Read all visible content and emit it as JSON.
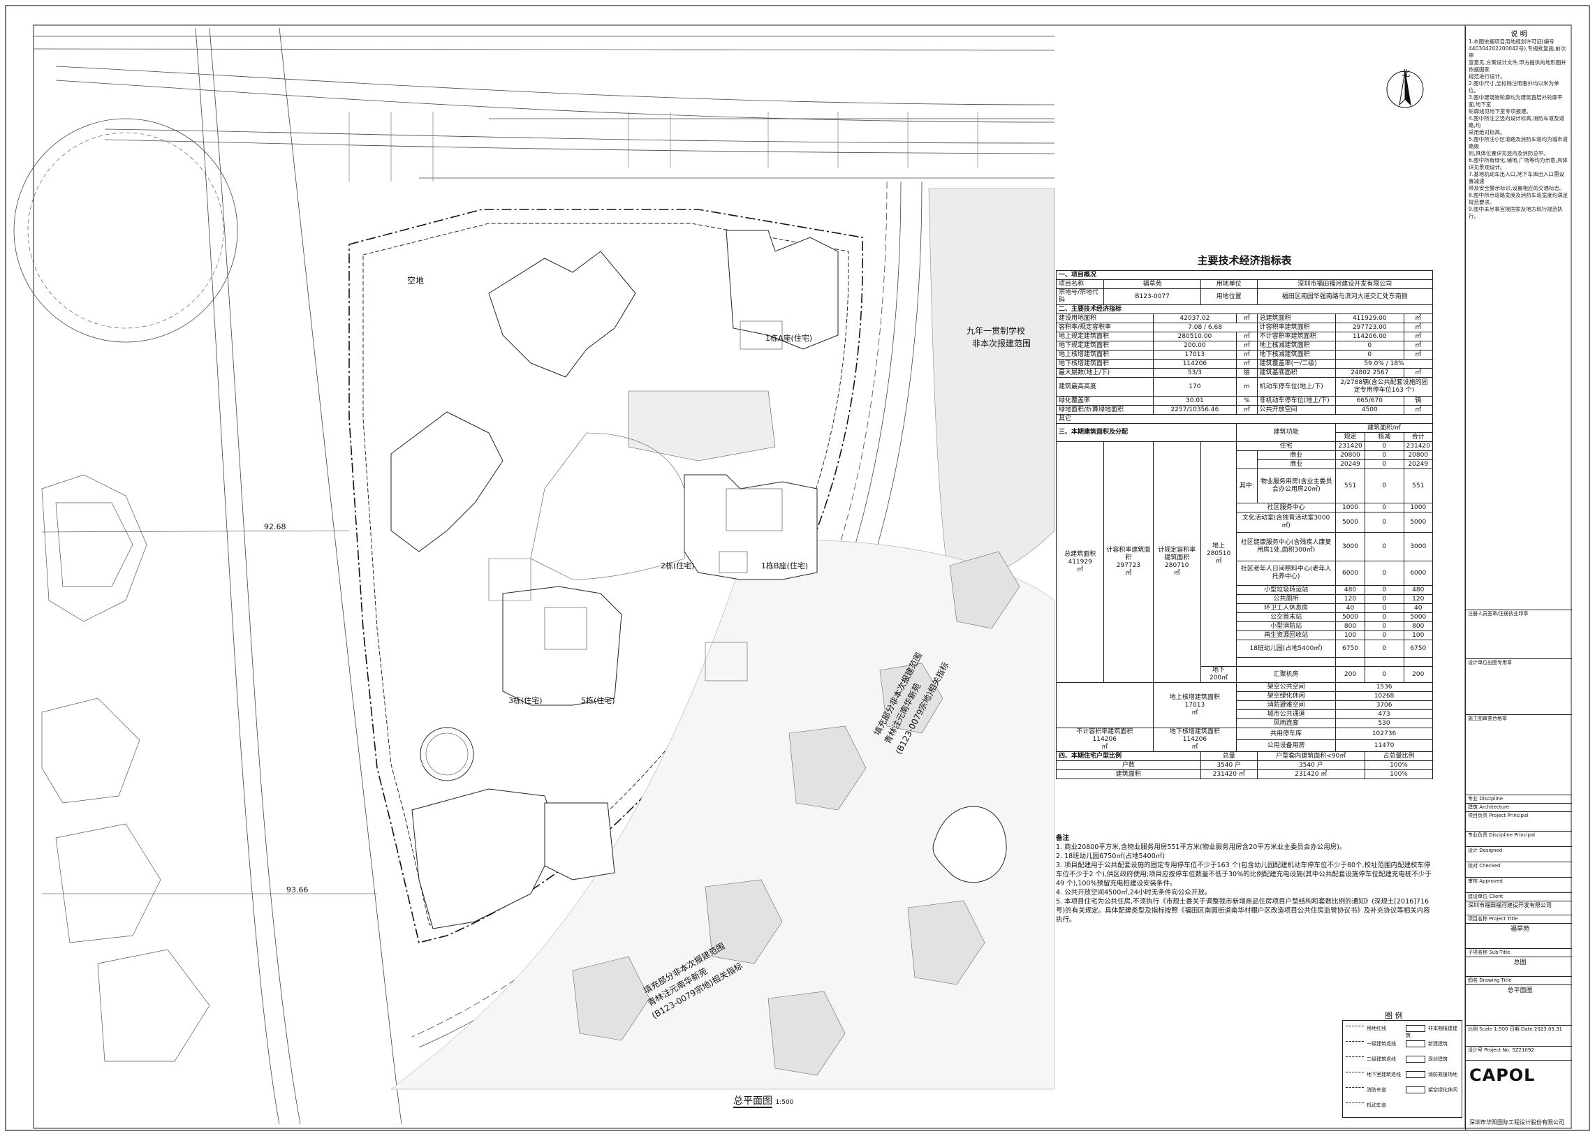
{
  "plan_labels": {
    "kongdi": "空地",
    "north": "北",
    "school_1": "九年一贯制学校",
    "school_2": "非本次报建范围",
    "phase_a_1": "填充部分非本次报建范围",
    "phase_a_2": "青林注元南华新苑",
    "phase_a_3": "(B123-0079宗地)相关指标",
    "phase_b_1": "填充部分非本次报建范围",
    "phase_b_2": "青林注元南华新苑",
    "phase_b_3": "(B123-0079宗地)相关指标",
    "dim_92_68": "92.68",
    "dim_93_66": "93.66",
    "plan_title": "总平面图",
    "plan_scale": "1:500",
    "bldg_a": "1栋A座(住宅)",
    "bldg_b": "1栋B座(住宅)",
    "bldg_c": "2栋(住宅)",
    "bldg_d": "3栋(住宅)",
    "bldg_e": "5栋(住宅)"
  },
  "table": {
    "title": "主要技术经济指标表",
    "s1": "一、项目概况",
    "proj_name_l": "项目名称",
    "proj_name_v": "福草苑",
    "owner_l": "用地单位",
    "owner_v": "深圳市福田福河建设开发有限公司",
    "plot_l": "宗地号/宗地代码",
    "plot_v": "B123-0077",
    "loc_l": "用地位置",
    "loc_v": "福田区南园华强南路与滨河大道交汇处东南侧",
    "s2": "二、主要技术经济指标",
    "r1a": "建设用地面积",
    "r1b": "42037.02",
    "r1u": "㎡",
    "r1c": "总建筑面积",
    "r1d": "411929.00",
    "r1v": "㎡",
    "r2a": "容积率/规定容积率",
    "r2b": "7.08  /  6.68",
    "r2c": "计容积率建筑面积",
    "r2d": "297723.00",
    "r2v": "㎡",
    "r3a": "地上规定建筑面积",
    "r3b": "280510.00",
    "r3u": "㎡",
    "r3c": "不计容积率建筑面积",
    "r3d": "114206.00",
    "r3v": "㎡",
    "r4a": "地下规定建筑面积",
    "r4b": "200.00",
    "r4u": "㎡",
    "r4c": "地上核减建筑面积",
    "r4d": "0",
    "r4v": "㎡",
    "r5a": "地上核增建筑面积",
    "r5b": "17013",
    "r5u": "㎡",
    "r5c": "地下核减建筑面积",
    "r5d": "0",
    "r5v": "㎡",
    "r6a": "地下核增建筑面积",
    "r6b": "114206",
    "r6u": "㎡",
    "r6c": "建筑覆盖率(一/二级)",
    "r6d": "59.0%  /  18%",
    "r7a": "最大层数(地上/下)",
    "r7b": "53/3",
    "r7u": "层",
    "r7c": "建筑基底面积",
    "r7d": "24802    2567",
    "r7v": "㎡",
    "r8a": "建筑最高高度",
    "r8b": "170",
    "r8u": "m",
    "r8c": "机动车停车位(地上/下)",
    "r8d": "2/2788辆(含公共配套设施的固定专用停车位163 个)",
    "r9a": "绿化覆盖率",
    "r9b": "30.01",
    "r9u": "%",
    "r9c": "非机动车停车位(地上/下)",
    "r9d": "665/670",
    "r9v": "辆",
    "r10a": "绿地面积/折算绿地面积",
    "r10b": "2257/10356.46",
    "r10u": "㎡",
    "r10c": "公共开放空间",
    "r10d": "4500",
    "r10v": "㎡",
    "other": "其它",
    "s3": "三、本期建筑面积及分配",
    "h_func": "建筑功能",
    "h_area": "建筑面积/㎡",
    "h_gd": "规定",
    "h_hj": "核减",
    "h_hj2": "合计",
    "tot_l": "总建筑面积",
    "tot_v": "411929",
    "tot_u": "㎡",
    "jr_l": "计容积率建筑面积",
    "jr_v": "297723",
    "jr_u": "㎡",
    "gd_l": "计规定容积率建筑面积",
    "gd_v": "280710",
    "gd_u": "㎡",
    "ds": "地上",
    "ds_v": "280510",
    "ds_u": "㎡",
    "qz": "其中:",
    "f1": "住宅",
    "f1a": "231420",
    "f1b": "0",
    "f1c": "231420",
    "f2": "商业",
    "f2a": "20800",
    "f2b": "0",
    "f2c": "20800",
    "f3": "商业",
    "f3a": "20249",
    "f3b": "0",
    "f3c": "20249",
    "f4": "物业服务用房(含业主委员会办公用房20㎡)",
    "f4a": "551",
    "f4b": "0",
    "f4c": "551",
    "f5": "社区服务中心",
    "f5a": "1000",
    "f5b": "0",
    "f5c": "1000",
    "f6": "文化活动室(含独育活动室3000㎡)",
    "f6a": "5000",
    "f6b": "0",
    "f6c": "5000",
    "f7": "社区健康服务中心(含残疾人康复用房1处,面积300㎡)",
    "f7a": "3000",
    "f7b": "0",
    "f7c": "3000",
    "f8": "社区老年人日间照料中心(老年人托养中心)",
    "f8a": "6000",
    "f8b": "0",
    "f8c": "6000",
    "f9": "小型垃圾转运站",
    "f9a": "480",
    "f9b": "0",
    "f9c": "480",
    "f10": "公共厕所",
    "f10a": "120",
    "f10b": "0",
    "f10c": "120",
    "f11": "环卫工人休息房",
    "f11a": "40",
    "f11b": "0",
    "f11c": "40",
    "f12": "公交首末站",
    "f12a": "5000",
    "f12b": "0",
    "f12c": "5000",
    "f13": "小型消防站",
    "f13a": "800",
    "f13b": "0",
    "f13c": "800",
    "f14": "再生资源回收站",
    "f14a": "100",
    "f14b": "0",
    "f14c": "100",
    "f15": "18班幼儿园(占地5400㎡)",
    "f15a": "6750",
    "f15b": "0",
    "f15c": "6750",
    "dx": "地下",
    "dx_v": "200㎡",
    "f16": "汇聚机房",
    "f16a": "200",
    "f16b": "0",
    "f16c": "200",
    "hz_l": "地上核增建筑面积",
    "hz_v": "17013",
    "hz_u": "㎡",
    "g1": "架空公共空间",
    "g1v": "1536",
    "g2": "架空绿化休闲",
    "g2v": "10268",
    "g3": "消防避难空间",
    "g3v": "3706",
    "g4": "城市公共通道",
    "g4v": "473",
    "g5": "风雨连廊",
    "g5v": "530",
    "bj_l": "不计容积率建筑面积",
    "bj_v": "114206",
    "bj_u": "㎡",
    "dxz_l": "地下核增建筑面积",
    "dxz_v": "114206",
    "dxz_u": "㎡",
    "g6": "共用停车库",
    "g6v": "102736",
    "g7": "公用设备用房",
    "g7v": "11470",
    "s4": "四、本期住宅户型比例",
    "h4a": "总量",
    "h4b": "户型套内建筑面积<90㎡",
    "h4c": "占总量比例",
    "hs_l": "户数",
    "hs_a": "3540 户",
    "hs_b": "3540 户",
    "hs_c": "100%",
    "ar_l": "建筑面积",
    "ar_a": "231420 ㎡",
    "ar_b": "231420 ㎡",
    "ar_c": "100%"
  },
  "notes": {
    "title": "备注",
    "n1": "1. 商业20800平方米,含物业服务用房551平方米(物业服务用房含20平方米业主委员会办公用房)。",
    "n2": "2. 18班幼儿园6750㎡(占地5400㎡)",
    "n3": "3. 项目配建用于公共配套设施的固定专用停车位不少于163 个(包含幼儿园配建机动车停车位不少于80个,校址范围内配建校车停车位不少于2 个),供区政府使用;项目应按停车位数量不低于30%的比例配建充电设施(其中公共配套设施停车位配建充电桩不少于49 个),100%预留充电桩建设安装条件。",
    "n4": "4. 公共开放空间4500㎡,24小时无条件向公众开放。",
    "n5": "5. 本项目住宅为公共住房,不须执行《市规土委关于调整我市新增商品住房项目户型结构和套数比例的通知》(深规土[2016]716号)的有关规定。具体配建类型及指标按照《福田区南园街道南华村棚户区改造项目公共住房监管协议书》及补充协议等相关内容执行。"
  },
  "side": {
    "notes_title": "说 明",
    "sn": [
      "1.本图依据项目用地规划许可证(编号",
      "440304202200042号),专规批复函,前次审",
      "查意见,方案设计文件,甲方提供的地形图并依据国家",
      "规范进行设计。",
      "2.图中尺寸,坐标除注明者外均以米为单位。",
      "3.图中建筑物轮廓均为建筑首层外轮廓平面,地下室",
      "轮廓线见地下室专项报建。",
      "4.图中所注之竖向设计标高,消防车道及道路,均",
      "采用绝对标高。",
      "5.图中所注小区道路及消防车道均为城市道路级",
      "别,具体位置详见竖向及消防总平。",
      "6.图中所有绿化,铺地,广场等均为示意,具体",
      "详见景观设计。",
      "7.基地机动车出入口,地下车库出入口需设置减速",
      "带及安全警示标识,设置相应的交通标志。",
      "8.图中所示道路宽度及消防车道宽度均满足规范要求。",
      "9.图中未尽事宜按国家及地方现行规范执行。"
    ],
    "r1": "注册人员签章/注册执业印章",
    "r2": "设计单位出图专用章",
    "r3": "施工图审查合格章",
    "r4": "专业 Discipline",
    "r5": "建筑 Architecture",
    "r6": "项目负责 Project Principal",
    "r7": "专业负责 Discipline Principal",
    "r8": "设计 Designed",
    "r9": "校对 Checked",
    "r10": "审核 Approved",
    "r11": "建设单位 Client",
    "r12": "深圳市福田福河建设开发有限公司",
    "r13": "项目名称 Project Title",
    "r14": "福草苑",
    "r15": "子项名称 Sub-Title",
    "r16": "总图",
    "r17": "图名 Drawing Title",
    "r18": "总平面图",
    "r19": "比例 Scale",
    "r20": "1:500",
    "r21": "日期 Date",
    "r22": "2023.03.31",
    "r23": "设计号 Project No.",
    "r24": "SZ21092",
    "logo": "CAPOL",
    "logo_cn": "深圳市华阳国际工程设计股份有限公司"
  },
  "legend": {
    "title": "图 例",
    "items": [
      "用地红线",
      "一级建筑退线",
      "二级建筑退线",
      "地下室建筑退线",
      "消防车道",
      "机动车道",
      "非本期报建建筑",
      "新建建筑",
      "现状建筑",
      "消防救援场地",
      "架空绿化休闲"
    ]
  }
}
